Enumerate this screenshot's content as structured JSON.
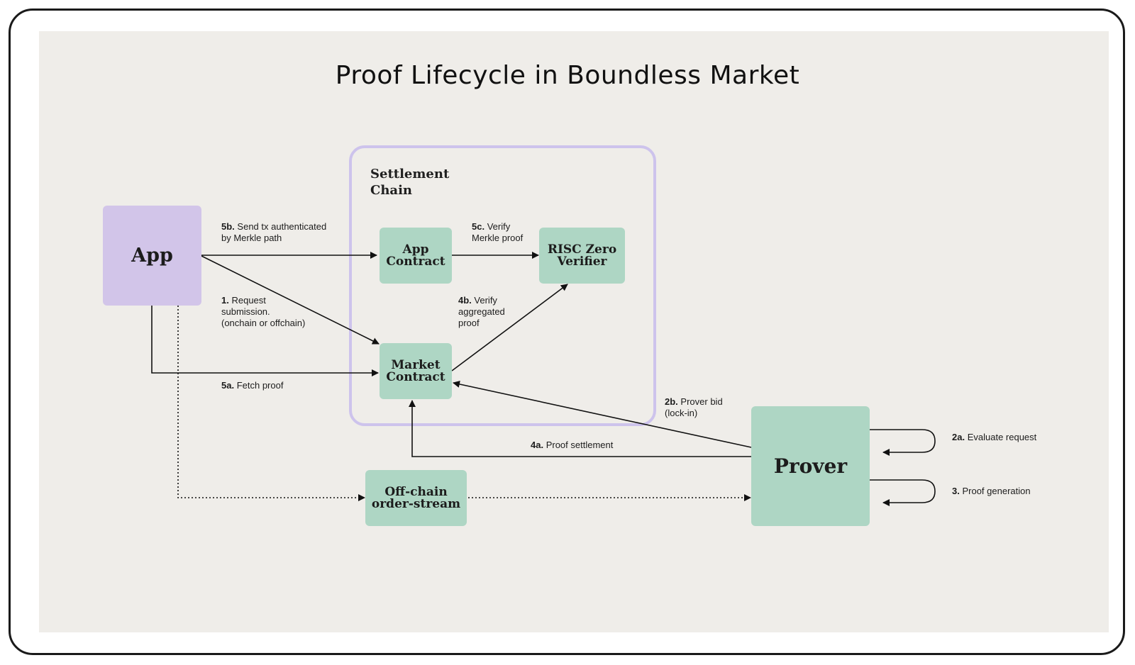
{
  "title": "Proof Lifecycle in Boundless Market",
  "settlement_chain": {
    "label_line1": "Settlement",
    "label_line2": "Chain"
  },
  "nodes": {
    "app": "App",
    "app_contract": [
      "App",
      "Contract"
    ],
    "risc_zero_verifier": [
      "RISC Zero",
      "Verifier"
    ],
    "market_contract": [
      "Market",
      "Contract"
    ],
    "offchain_order_stream": [
      "Off-chain",
      "order-stream"
    ],
    "prover": "Prover"
  },
  "edges": {
    "e5b": {
      "step": "5b.",
      "line1": "Send tx authenticated",
      "line2": "by Merkle path"
    },
    "e5c": {
      "step": "5c.",
      "line1": "Verify",
      "line2": "Merkle proof"
    },
    "e1": {
      "step": "1.",
      "line1": "Request",
      "line2": "submission.",
      "line3": "(onchain or offchain)"
    },
    "e4b": {
      "step": "4b.",
      "line1": "Verify",
      "line2": "aggregated",
      "line3": "proof"
    },
    "e5a": {
      "step": "5a.",
      "line1": "Fetch proof"
    },
    "e2b": {
      "step": "2b.",
      "line1": "Prover bid",
      "line2": "(lock-in)"
    },
    "e4a": {
      "step": "4a.",
      "line1": "Proof settlement"
    },
    "e2a": {
      "step": "2a.",
      "line1": "Evaluate request"
    },
    "e3": {
      "step": "3.",
      "line1": "Proof generation"
    }
  },
  "colors": {
    "node_green": "#aed6c4",
    "node_purple": "#d2c5e9",
    "chain_border": "#cdc3ec",
    "background": "#efede9",
    "line": "#111111"
  }
}
